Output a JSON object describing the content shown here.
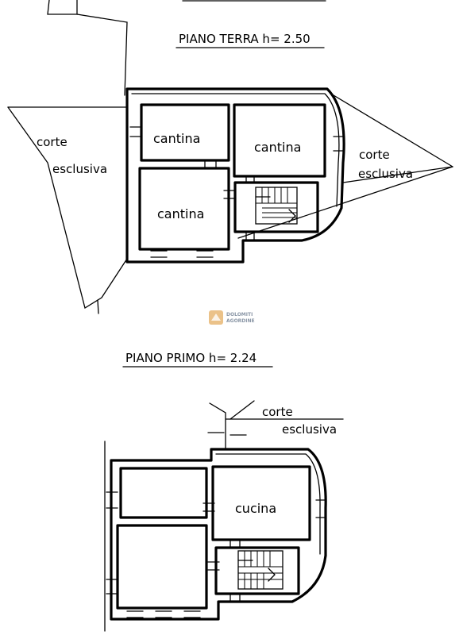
{
  "ground_floor": {
    "title": "PIANO TERRA h= 2.50",
    "rooms": [
      "cantina",
      "cantina",
      "cantina"
    ],
    "yard_left": [
      "corte",
      "esclusiva"
    ],
    "yard_right": [
      "corte",
      "esclusiva"
    ]
  },
  "first_floor": {
    "title": "PIANO PRIMO h= 2.24",
    "rooms": [
      "cucina"
    ],
    "yard": [
      "corte",
      "esclusiva"
    ]
  },
  "watermark": {
    "line1": "DOLOMITI",
    "line2": "AGORDINE",
    "logo_color": "#e0a24a"
  }
}
